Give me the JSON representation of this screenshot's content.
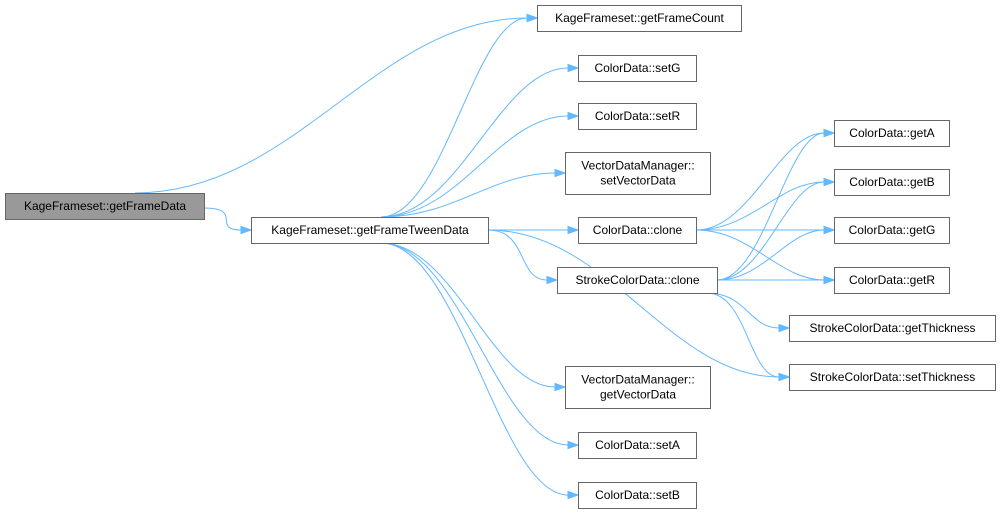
{
  "graph": {
    "nodes": {
      "root": [
        "KageFrameset::getFrameData"
      ],
      "tween": [
        "KageFrameset::getFrameTweenData"
      ],
      "count": [
        "KageFrameset::getFrameCount"
      ],
      "setG": [
        "ColorData::setG"
      ],
      "setR": [
        "ColorData::setR"
      ],
      "setVector": [
        "VectorDataManager::",
        "setVectorData"
      ],
      "clone": [
        "ColorData::clone"
      ],
      "strokeClone": [
        "StrokeColorData::clone"
      ],
      "getVector": [
        "VectorDataManager::",
        "getVectorData"
      ],
      "setA": [
        "ColorData::setA"
      ],
      "setB": [
        "ColorData::setB"
      ],
      "getA": [
        "ColorData::getA"
      ],
      "getB": [
        "ColorData::getB"
      ],
      "getG": [
        "ColorData::getG"
      ],
      "getR": [
        "ColorData::getR"
      ],
      "getThick": [
        "StrokeColorData::getThickness"
      ],
      "setThick": [
        "StrokeColorData::setThickness"
      ]
    },
    "edges": [
      [
        "root",
        "count"
      ],
      [
        "root",
        "tween"
      ],
      [
        "tween",
        "count"
      ],
      [
        "tween",
        "setG"
      ],
      [
        "tween",
        "setR"
      ],
      [
        "tween",
        "setVector"
      ],
      [
        "tween",
        "clone"
      ],
      [
        "tween",
        "strokeClone"
      ],
      [
        "tween",
        "getVector"
      ],
      [
        "tween",
        "setA"
      ],
      [
        "tween",
        "setB"
      ],
      [
        "tween",
        "setThick"
      ],
      [
        "clone",
        "getA"
      ],
      [
        "clone",
        "getB"
      ],
      [
        "clone",
        "getG"
      ],
      [
        "clone",
        "getR"
      ],
      [
        "strokeClone",
        "getA"
      ],
      [
        "strokeClone",
        "getB"
      ],
      [
        "strokeClone",
        "getG"
      ],
      [
        "strokeClone",
        "getR"
      ],
      [
        "strokeClone",
        "getThick"
      ],
      [
        "strokeClone",
        "setThick"
      ]
    ]
  }
}
